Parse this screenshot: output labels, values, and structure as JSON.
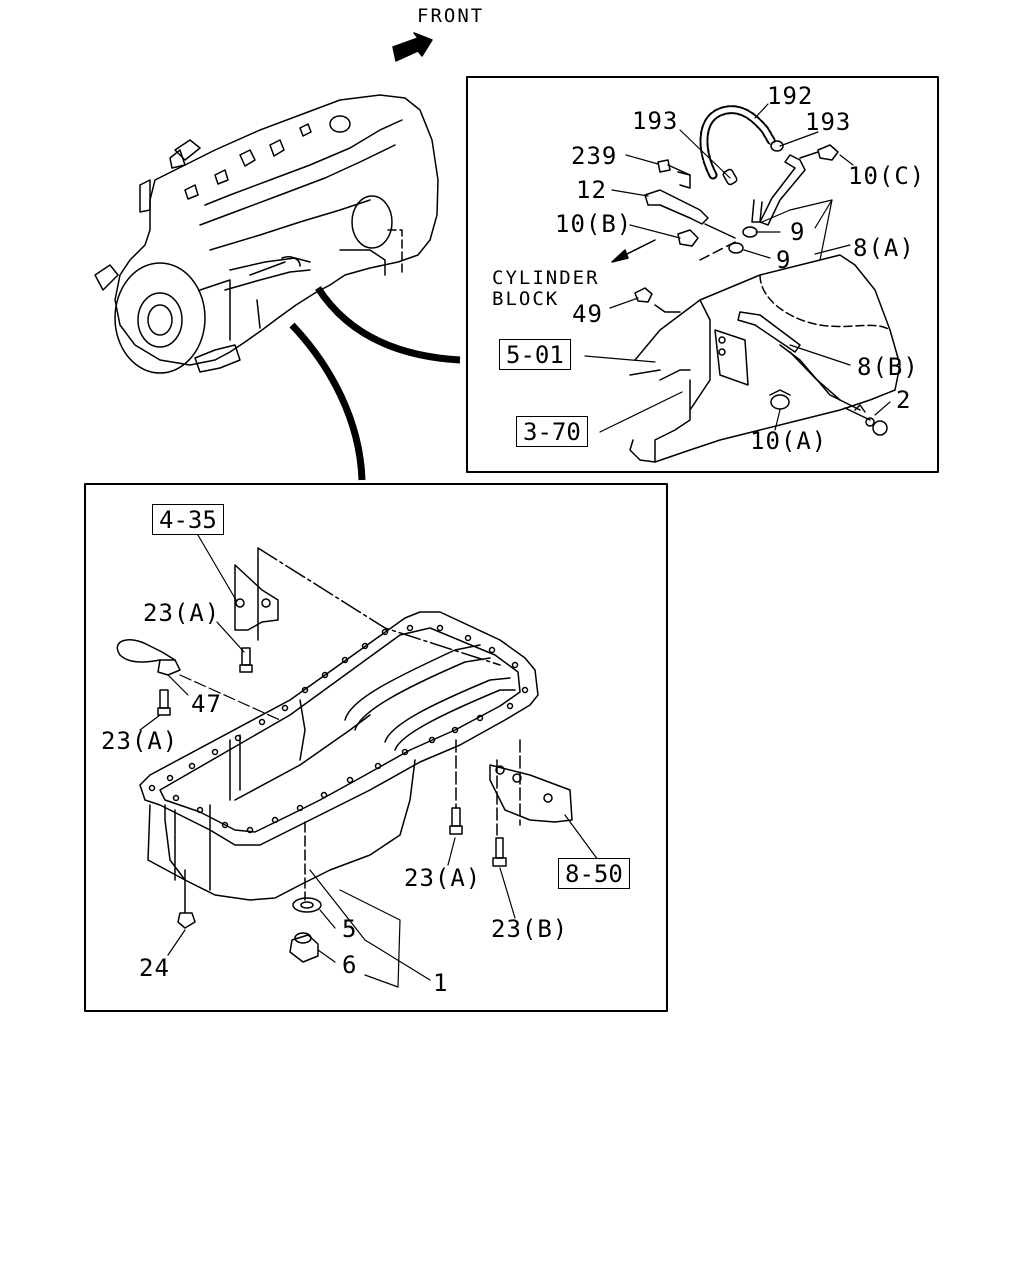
{
  "front_label": "FRONT",
  "cylinder_block": [
    "CYLINDER",
    "BLOCK"
  ],
  "refs": [
    "5-01",
    "3-70",
    "4-35",
    "8-50"
  ],
  "upper_parts": [
    "192",
    "193",
    "193",
    "239",
    "10(C)",
    "12",
    "10(B)",
    "9",
    "9",
    "8(A)",
    "49",
    "8(B)",
    "2",
    "10(A)"
  ],
  "lower_parts": [
    "23(A)",
    "47",
    "23(A)",
    "23(A)",
    "23(B)",
    "5",
    "6",
    "1",
    "24"
  ]
}
